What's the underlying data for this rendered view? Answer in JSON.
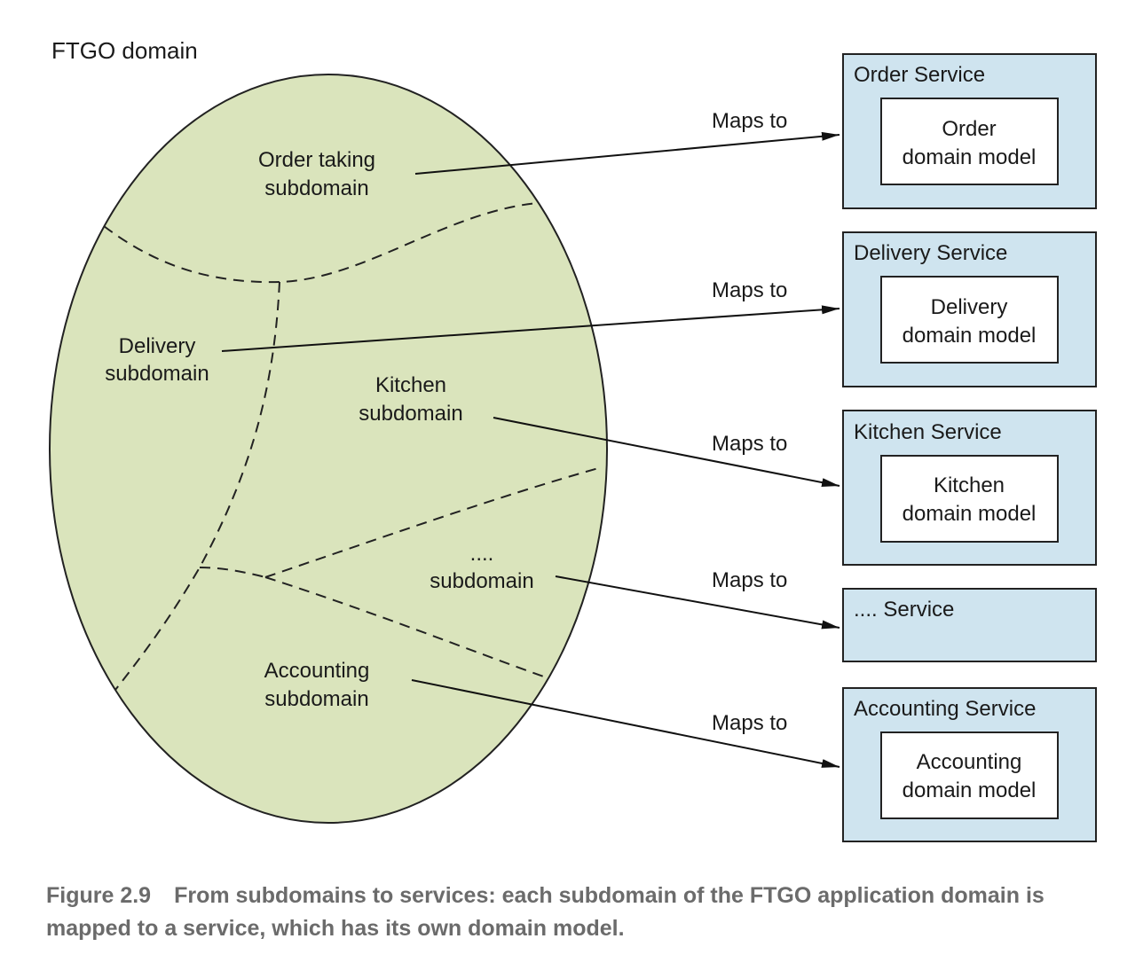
{
  "title": "FTGO domain",
  "colors": {
    "domain_fill": "#dae4bc",
    "service_fill": "#cfe4ef",
    "model_fill": "#ffffff",
    "stroke": "#222222",
    "caption": "#6b6b6b"
  },
  "subdomains": [
    {
      "id": "order",
      "lines": [
        "Order taking",
        "subdomain"
      ]
    },
    {
      "id": "delivery",
      "lines": [
        "Delivery",
        "subdomain"
      ]
    },
    {
      "id": "kitchen",
      "lines": [
        "Kitchen",
        "subdomain"
      ]
    },
    {
      "id": "other",
      "lines": [
        "....",
        "subdomain"
      ]
    },
    {
      "id": "accounting",
      "lines": [
        "Accounting",
        "subdomain"
      ]
    }
  ],
  "services": [
    {
      "id": "order",
      "title": "Order Service",
      "model": [
        "Order",
        "domain model"
      ]
    },
    {
      "id": "delivery",
      "title": "Delivery Service",
      "model": [
        "Delivery",
        "domain model"
      ]
    },
    {
      "id": "kitchen",
      "title": "Kitchen Service",
      "model": [
        "Kitchen",
        "domain model"
      ]
    },
    {
      "id": "other",
      "title": ".... Service",
      "model": null
    },
    {
      "id": "accounting",
      "title": "Accounting Service",
      "model": [
        "Accounting",
        "domain model"
      ]
    }
  ],
  "mappings": [
    {
      "from": "order",
      "to": "order",
      "label": "Maps to"
    },
    {
      "from": "delivery",
      "to": "delivery",
      "label": "Maps to"
    },
    {
      "from": "kitchen",
      "to": "kitchen",
      "label": "Maps to"
    },
    {
      "from": "other",
      "to": "other",
      "label": "Maps to"
    },
    {
      "from": "accounting",
      "to": "accounting",
      "label": "Maps to"
    }
  ],
  "caption": {
    "number": "Figure 2.9",
    "text": "From subdomains to services: each subdomain of the FTGO application domain is mapped to a service, which has its own domain model."
  }
}
